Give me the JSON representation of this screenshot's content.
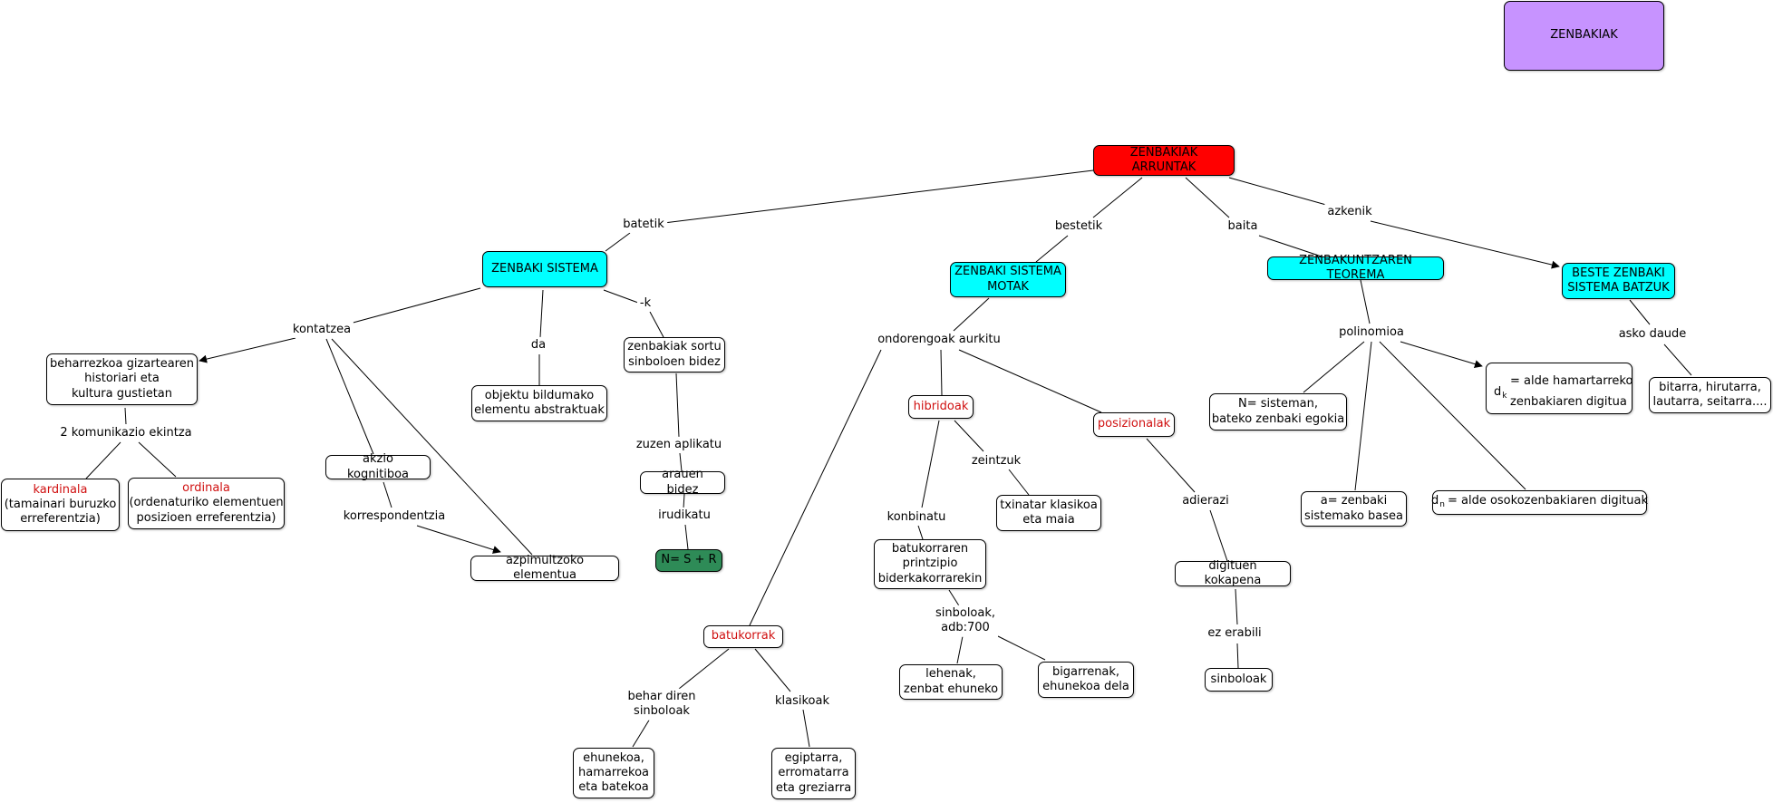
{
  "colors": {
    "root": "#ff0000",
    "main": "#00ffff",
    "legend": "#c793ff",
    "formula": "#2e8b57",
    "highlight_text": "#d01010"
  },
  "nodes": {
    "zenbakiak": "ZENBAKIAK",
    "zenbakiak_arruntak": "ZENBAKIAK ARRUNTAK",
    "zenbaki_sistema": "ZENBAKI SISTEMA",
    "zenbaki_sistema_motak": [
      "ZENBAKI SISTEMA",
      "MOTAK"
    ],
    "teorema": "ZENBAKUNTZAREN TEOREMA",
    "beste_sistema": [
      "BESTE ZENBAKI",
      "SISTEMA BATZUK"
    ],
    "beharrezkoa": [
      "beharrezkoa gizartearen",
      "historiari eta",
      "kultura gustietan"
    ],
    "kardinala": {
      "title": "kardinala",
      "lines": [
        "(tamainari buruzko",
        "erreferentzia)"
      ]
    },
    "ordinala": {
      "title": "ordinala",
      "lines": [
        "(ordenaturiko elementuen",
        "posizioen erreferentzia)"
      ]
    },
    "akzio": "akzio kognitiboa",
    "azpimultzoko": "azpimultzoko elementua",
    "objektu": [
      "objektu bildumako",
      "elementu abstraktuak"
    ],
    "zenbakiak_sortu": [
      "zenbakiak sortu",
      "sinboloen bidez"
    ],
    "arauen": "arauen bidez",
    "formula": "N= S + R",
    "hibridoak": "hibridoak",
    "posizionalak": "posizionalak",
    "batukorrak": "batukorrak",
    "txinatar": [
      "txinatar klasikoa",
      "eta maia"
    ],
    "batukorraren": [
      "batukorraren",
      "printzipio",
      "biderkakorrarekin"
    ],
    "lehenak": [
      "lehenak,",
      "zenbat ehuneko"
    ],
    "bigarrenak": [
      "bigarrenak,",
      "ehunekoa dela"
    ],
    "digituen": "digituen kokapena",
    "sinboloak": "sinboloak",
    "ehunekoa": [
      "ehunekoa,",
      "hamarrekoa",
      "eta batekoa"
    ],
    "egiptarra": [
      "egiptarra,",
      "erromatarra",
      "eta greziarra"
    ],
    "n_sisteman": [
      "N= sisteman,",
      "bateko zenbaki egokia"
    ],
    "a_zenbaki": [
      "a= zenbaki",
      "sistemako basea"
    ],
    "dn": {
      "symbol": "d",
      "sub": "n",
      "text": "= alde osokozenbakiaren digituak"
    },
    "dk": {
      "symbol": "d",
      "sub": "k",
      "line1": "= alde hamartarreko",
      "line2": "zenbakiaren digitua"
    },
    "bitarra": [
      "bitarra, hirutarra,",
      "lautarra, seitarra...."
    ]
  },
  "labels": {
    "batetik": "batetik",
    "bestetik": "bestetik",
    "baita": "baita",
    "azkenik": "azkenik",
    "kontatzea": "kontatzea",
    "da": "da",
    "k": "-k",
    "komunikazio": "2 komunikazio ekintza",
    "korrespondentzia": "korrespondentzia",
    "zuzen": "zuzen aplikatu",
    "irudikatu": "irudikatu",
    "ondorengoak": "ondorengoak aurkitu",
    "zeintzuk": "zeintzuk",
    "konbinatu": "konbinatu",
    "sinboloak_adb": [
      "sinboloak,",
      "adb:700"
    ],
    "adierazi": "adierazi",
    "ez_erabili": "ez erabili",
    "behar_diren": [
      "behar diren",
      "sinboloak"
    ],
    "klasikoak": "klasikoak",
    "polinomioa": "polinomioa",
    "asko_daude": "asko daude"
  }
}
